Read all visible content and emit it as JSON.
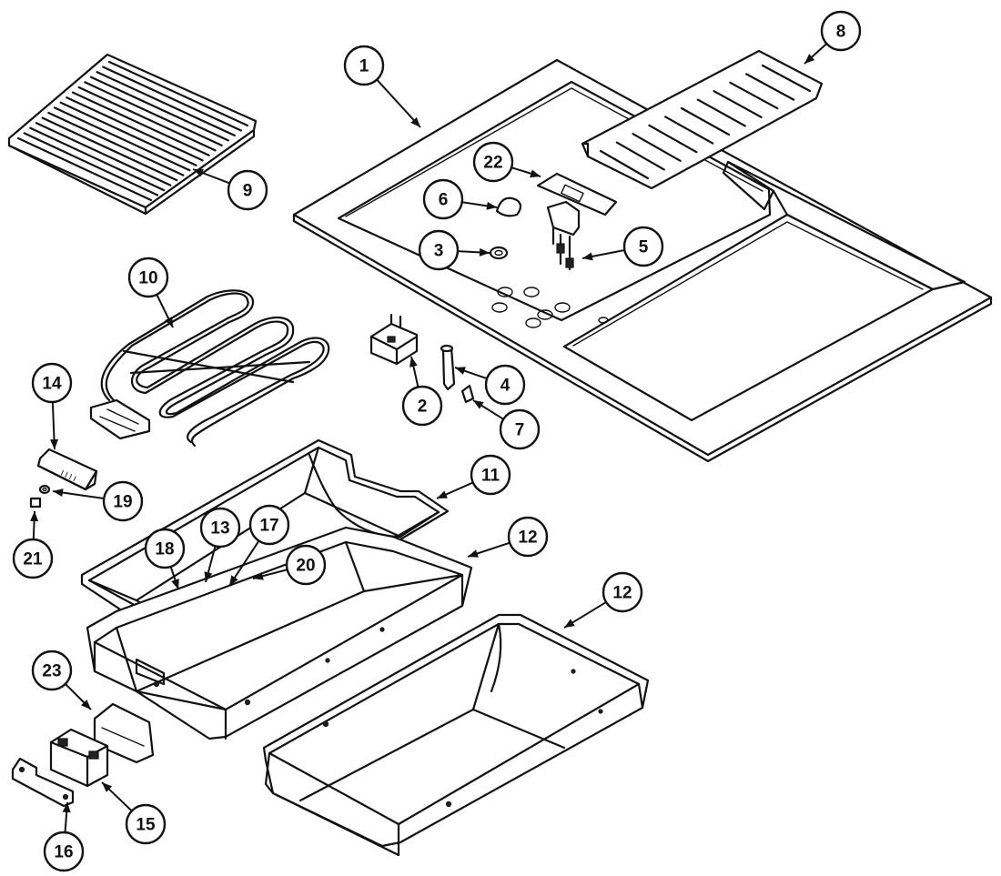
{
  "diagram": {
    "callouts": [
      {
        "id": "c1",
        "label": "1"
      },
      {
        "id": "c2",
        "label": "2"
      },
      {
        "id": "c3",
        "label": "3"
      },
      {
        "id": "c4",
        "label": "4"
      },
      {
        "id": "c5",
        "label": "5"
      },
      {
        "id": "c6",
        "label": "6"
      },
      {
        "id": "c7",
        "label": "7"
      },
      {
        "id": "c8",
        "label": "8"
      },
      {
        "id": "c9",
        "label": "9"
      },
      {
        "id": "c10",
        "label": "10"
      },
      {
        "id": "c11",
        "label": "11"
      },
      {
        "id": "c12a",
        "label": "12"
      },
      {
        "id": "c12b",
        "label": "12"
      },
      {
        "id": "c13",
        "label": "13"
      },
      {
        "id": "c14",
        "label": "14"
      },
      {
        "id": "c15",
        "label": "15"
      },
      {
        "id": "c16",
        "label": "16"
      },
      {
        "id": "c17",
        "label": "17"
      },
      {
        "id": "c18",
        "label": "18"
      },
      {
        "id": "c19",
        "label": "19"
      },
      {
        "id": "c20",
        "label": "20"
      },
      {
        "id": "c21",
        "label": "21"
      },
      {
        "id": "c22",
        "label": "22"
      },
      {
        "id": "c23",
        "label": "23"
      }
    ]
  }
}
